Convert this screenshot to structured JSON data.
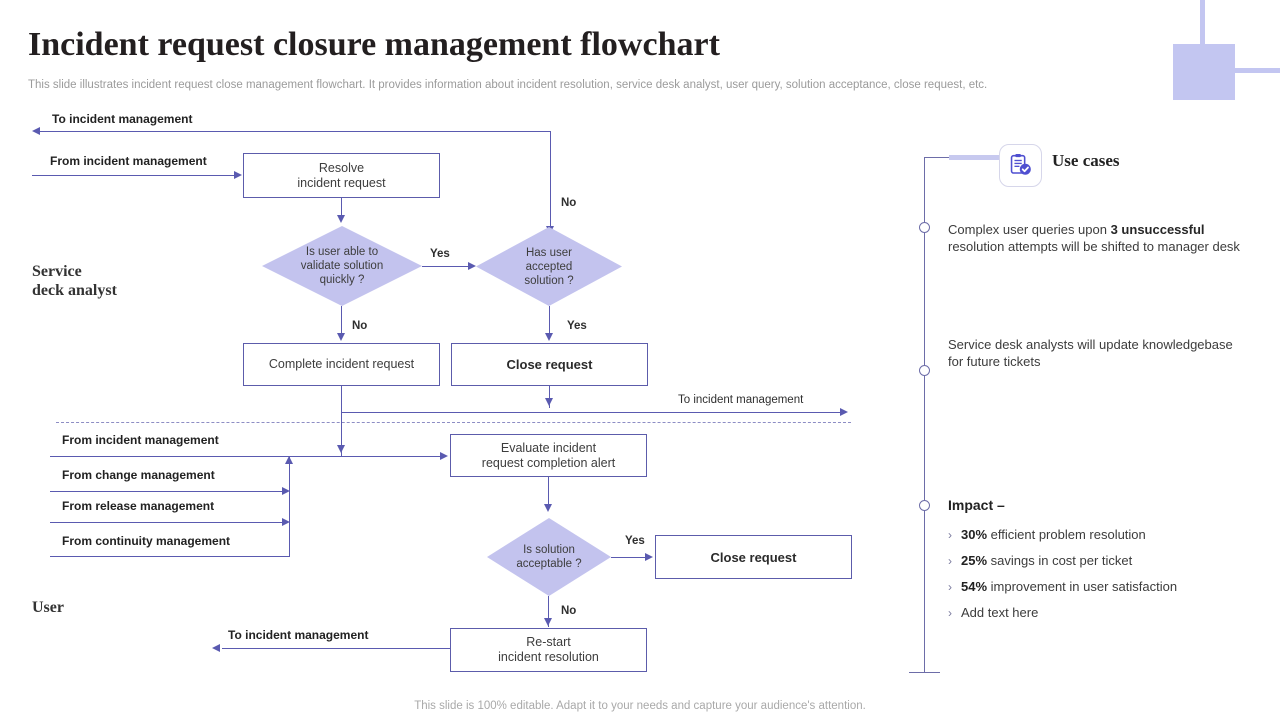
{
  "header": {
    "title": "Incident request closure management flowchart",
    "subtitle": "This slide illustrates incident request close management flowchart. It provides information about incident resolution, service desk analyst, user query, solution acceptance, close request, etc."
  },
  "footer": {
    "note": "This slide is 100% editable. Adapt it to your needs and capture your audience's attention."
  },
  "colors": {
    "accent": "#c3c6f1",
    "line": "#5a5ab0",
    "diamond_fill": "#c3c3ee",
    "box_border": "#5c5cab",
    "title_text": "#231f20",
    "muted_text": "#9b9b9b"
  },
  "flowchart": {
    "lanes": [
      {
        "label": "Service\ndeck analyst",
        "line1": "Service",
        "line2": "deck analyst"
      },
      {
        "label": "User",
        "line1": "User",
        "line2": ""
      }
    ],
    "nodes": {
      "resolve": {
        "line1": "Resolve",
        "line2": "incident request"
      },
      "complete": {
        "line1": "Complete incident request",
        "line2": ""
      },
      "close_top": {
        "line1": "Close request",
        "line2": ""
      },
      "evaluate": {
        "line1": "Evaluate incident",
        "line2": "request completion alert"
      },
      "close_bottom": {
        "line1": "Close request",
        "line2": ""
      },
      "restart": {
        "line1": "Re-start",
        "line2": "incident resolution"
      }
    },
    "decisions": {
      "validate": {
        "line1": "Is user able to",
        "line2": "validate  solution",
        "line3": "quickly ?"
      },
      "accepted": {
        "line1": "Has user",
        "line2": "accepted",
        "line3": "solution ?"
      },
      "acceptable": {
        "line1": "Is solution",
        "line2": "acceptable ?",
        "line3": ""
      }
    },
    "edge_labels": {
      "to_incident_top": "To incident management",
      "from_incident_top": "From incident management",
      "no_accepted": "No",
      "yes_validate": "Yes",
      "no_validate": "No",
      "yes_accepted": "Yes",
      "to_incident_mid": "To incident management",
      "from_incident_mid": "From incident management",
      "from_change": "From change management",
      "from_release": "From release management",
      "from_continuity": "From continuity management",
      "yes_acceptable": "Yes",
      "no_acceptable": "No",
      "to_incident_bottom": "To incident management"
    }
  },
  "right_panel": {
    "icon": "clipboard-check-icon",
    "use_cases_title": "Use cases",
    "items": [
      {
        "pre": "Complex user queries upon ",
        "strong": "3 unsuccessful",
        "post": " resolution attempts will be shifted to manager desk"
      },
      {
        "pre": "Service desk analysts will update knowledgebase for future tickets",
        "strong": "",
        "post": ""
      }
    ],
    "impact_title": "Impact –",
    "impact_items": [
      {
        "chev": "›",
        "strong": "30%",
        "text": " efficient problem resolution"
      },
      {
        "chev": "›",
        "strong": "25%",
        "text": " savings in cost per ticket"
      },
      {
        "chev": "›",
        "strong": "54%",
        "text": " improvement in  user satisfaction"
      },
      {
        "chev": "›",
        "strong": "",
        "text": "Add text here"
      }
    ]
  }
}
